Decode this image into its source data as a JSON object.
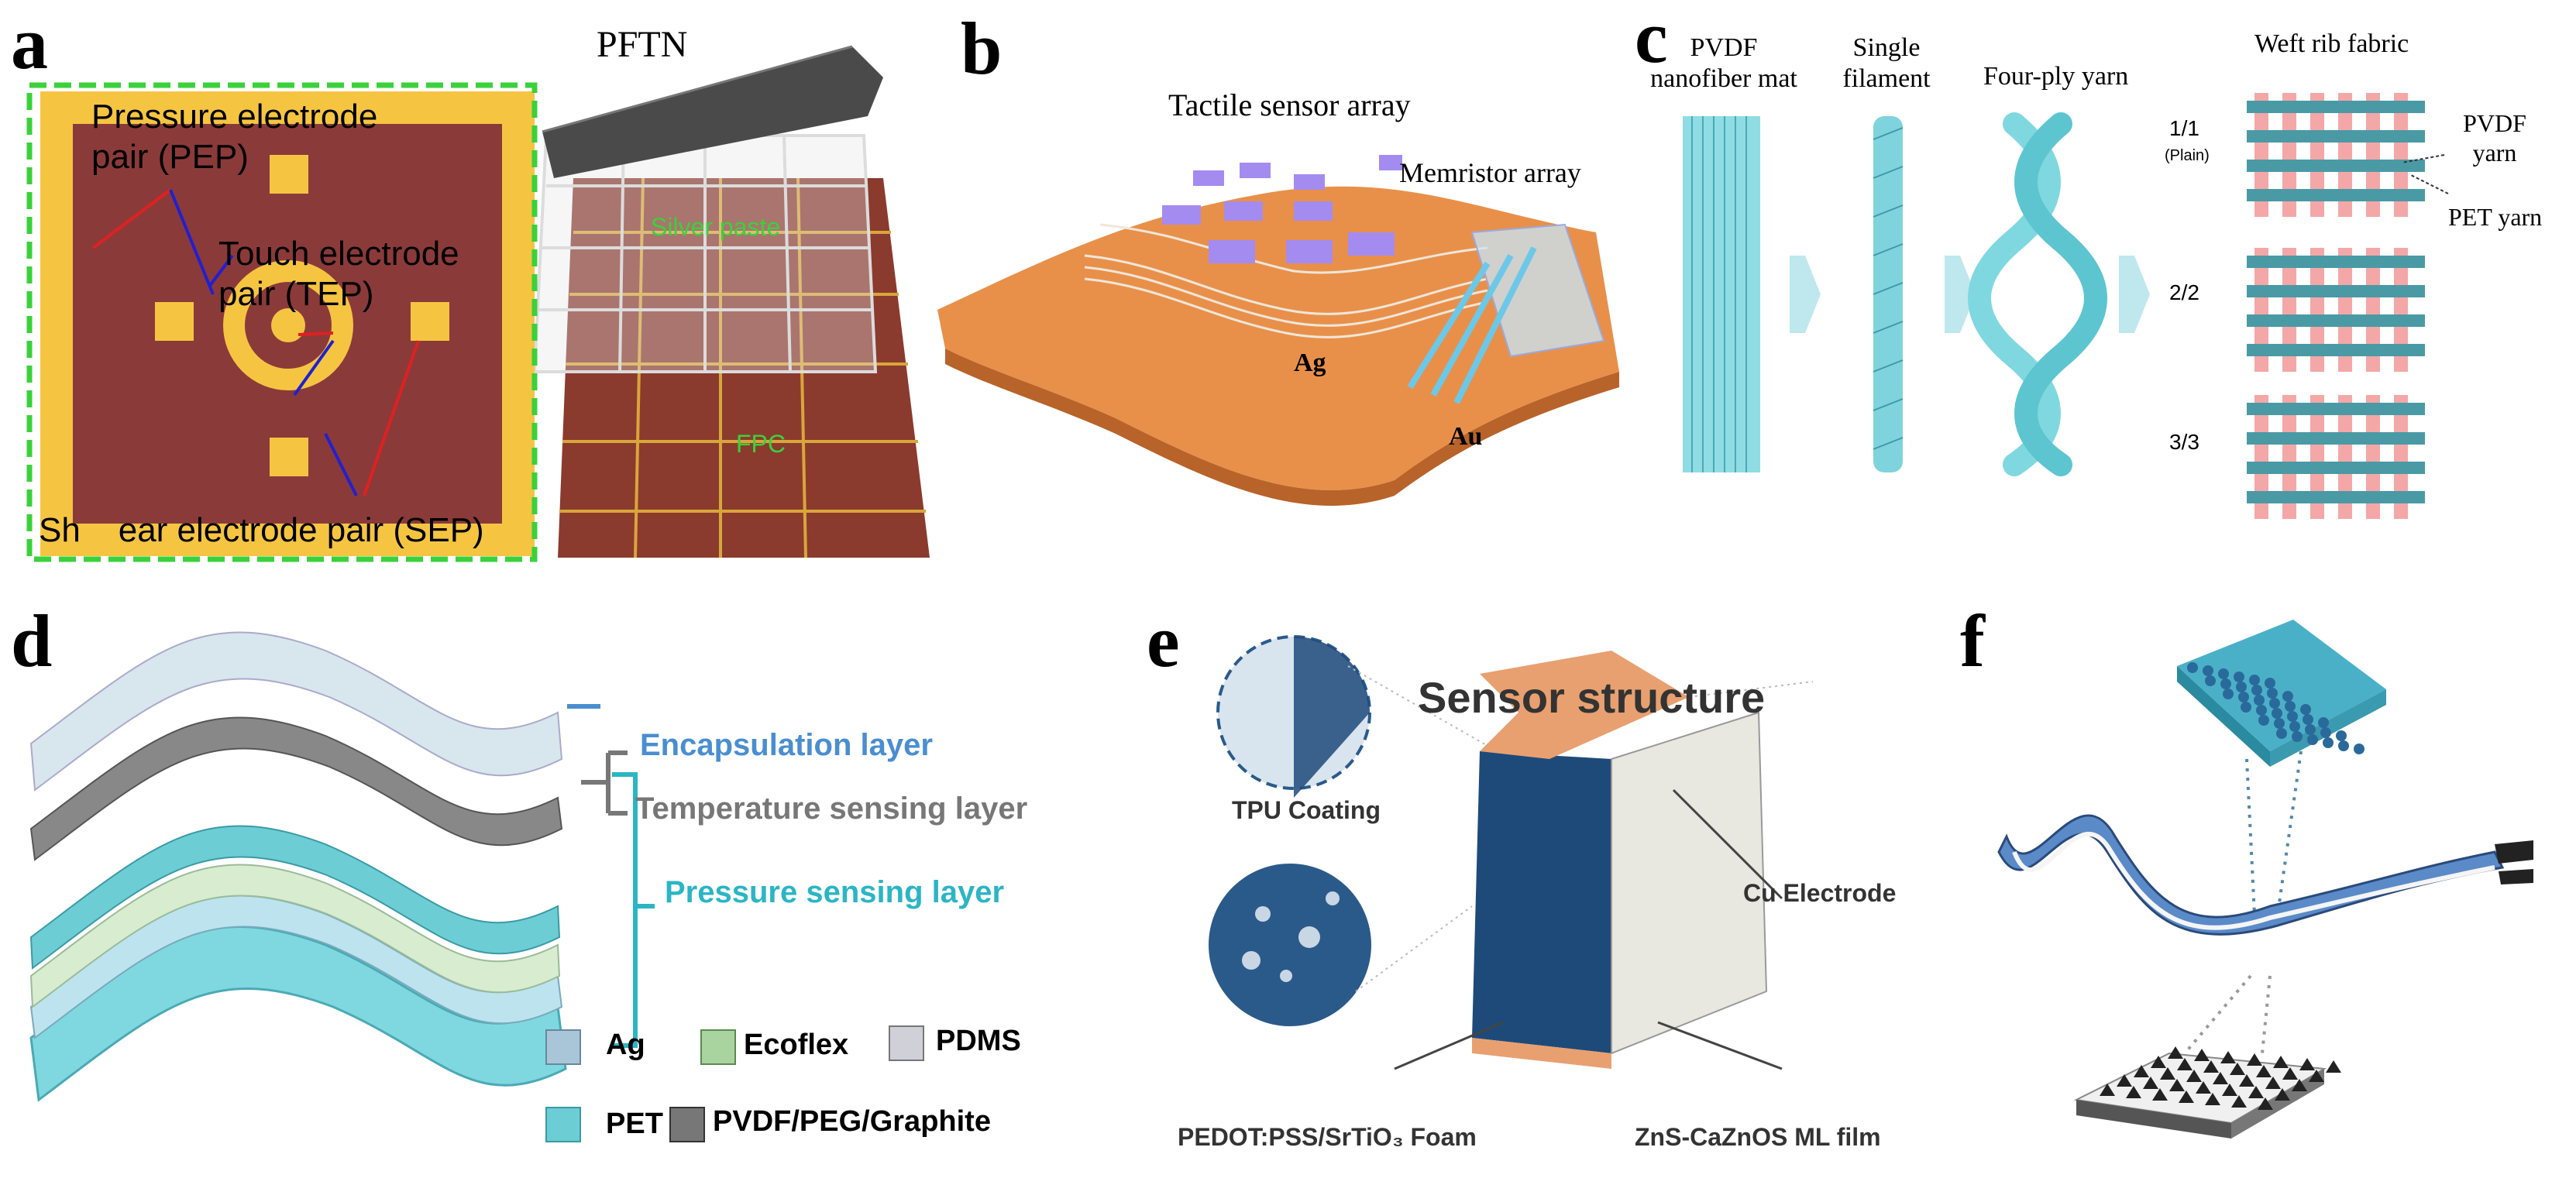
{
  "panel_a": {
    "label": "a",
    "title": "PFTN",
    "pep": "Pressure electrode\npair (PEP)",
    "tep": "Touch electrode\npair (TEP)",
    "sep": "Sh    ear electrode pair (SEP)",
    "silver_paste": "Silver paste",
    "fpc": "FPC"
  },
  "panel_b": {
    "label": "b",
    "tactile": "Tactile sensor array",
    "memristor": "Memristor array",
    "ag": "Ag",
    "au": "Au"
  },
  "panel_c": {
    "label": "c",
    "col1": [
      "PVDF",
      "nanofiber mat"
    ],
    "col2": [
      "Single",
      "filament"
    ],
    "col3": "Four-ply yarn",
    "col4": "Weft rib fabric",
    "pvdf_yarn": [
      "PVDF",
      "yarn"
    ],
    "pet_yarn": "PET yarn",
    "r1": "1/1",
    "r1b": "(Plain)",
    "r2": "2/2",
    "r3": "3/3"
  },
  "panel_d": {
    "label": "d",
    "encap": "Encapsulation layer",
    "temp": "Temperature sensing layer",
    "pressure": "Pressure sensing layer",
    "legend": [
      "Ag",
      "Ecoflex",
      "PDMS",
      "PET",
      "PVDF/PEG/Graphite"
    ]
  },
  "panel_e": {
    "label": "e",
    "title": "Sensor structure",
    "tpu": "TPU Coating",
    "cu": "Cu Electrode",
    "foam": "PEDOT:PSS/SrTiO₃ Foam",
    "film": "ZnS-CaZnOS ML film"
  },
  "panel_f": {
    "label": "f"
  },
  "colors": {
    "gold": "#f5c542",
    "board": "#8b3a3a",
    "copper": "#e8904a",
    "cyan": "#7fd8e0",
    "pink": "#f4a7a7",
    "teal": "#4a9aa5",
    "navy": "#1e4a7a"
  }
}
